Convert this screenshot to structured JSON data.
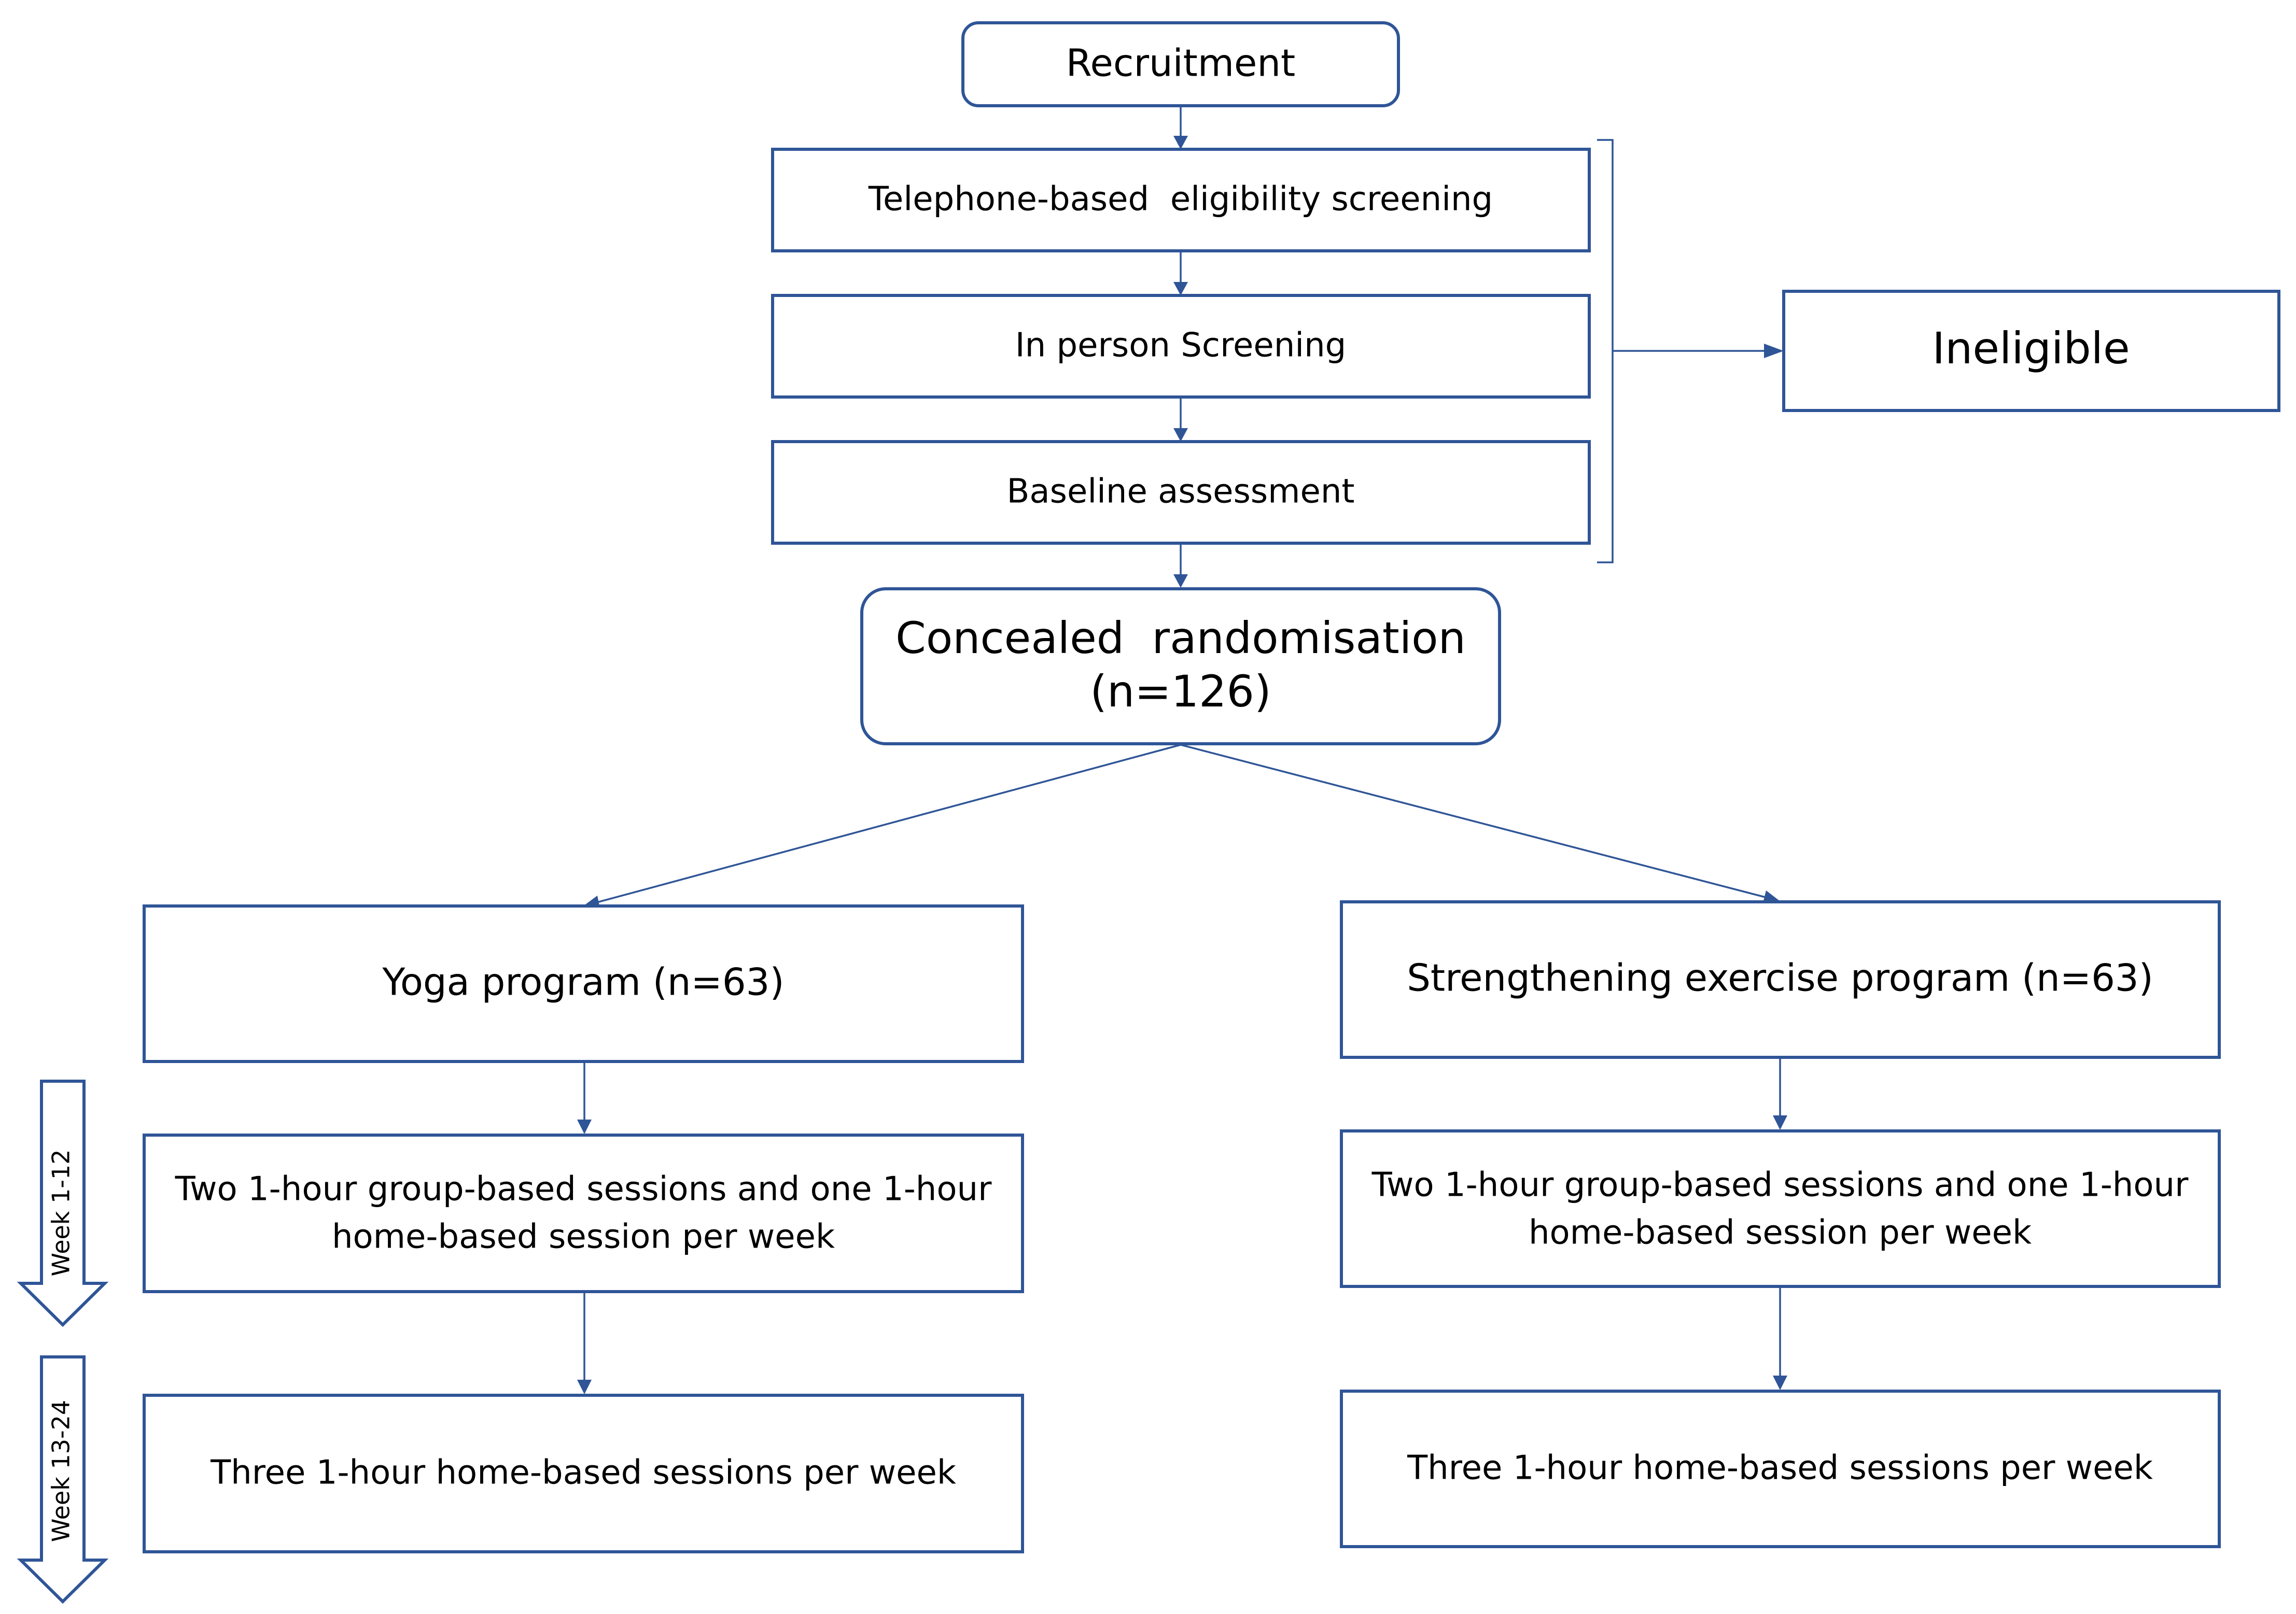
{
  "colors": {
    "stroke": "#2f5597",
    "text": "#000000",
    "background": "#ffffff"
  },
  "flow": {
    "recruitment": "Recruitment",
    "telephone_screening": "Telephone-based  eligibility screening",
    "in_person_screening": "In person Screening",
    "baseline_assessment": "Baseline assessment",
    "ineligible": "Ineligible",
    "randomisation": {
      "line1": "Concealed  randomisation",
      "line2": "(n=126)"
    }
  },
  "arms": {
    "yoga": {
      "title": "Yoga program (n=63)",
      "phase1_line1": "Two 1-hour group-based sessions and one 1-hour",
      "phase1_line2": "home-based session per week",
      "phase2": "Three 1-hour home-based sessions per week"
    },
    "strengthening": {
      "title": "Strengthening exercise program (n=63)",
      "phase1_line1": "Two 1-hour group-based sessions and one 1-hour",
      "phase1_line2": "home-based session per week",
      "phase2": "Three 1-hour home-based sessions per week"
    }
  },
  "timeline": {
    "phase1_label": "Week 1-12",
    "phase2_label": "Week 13-24"
  }
}
